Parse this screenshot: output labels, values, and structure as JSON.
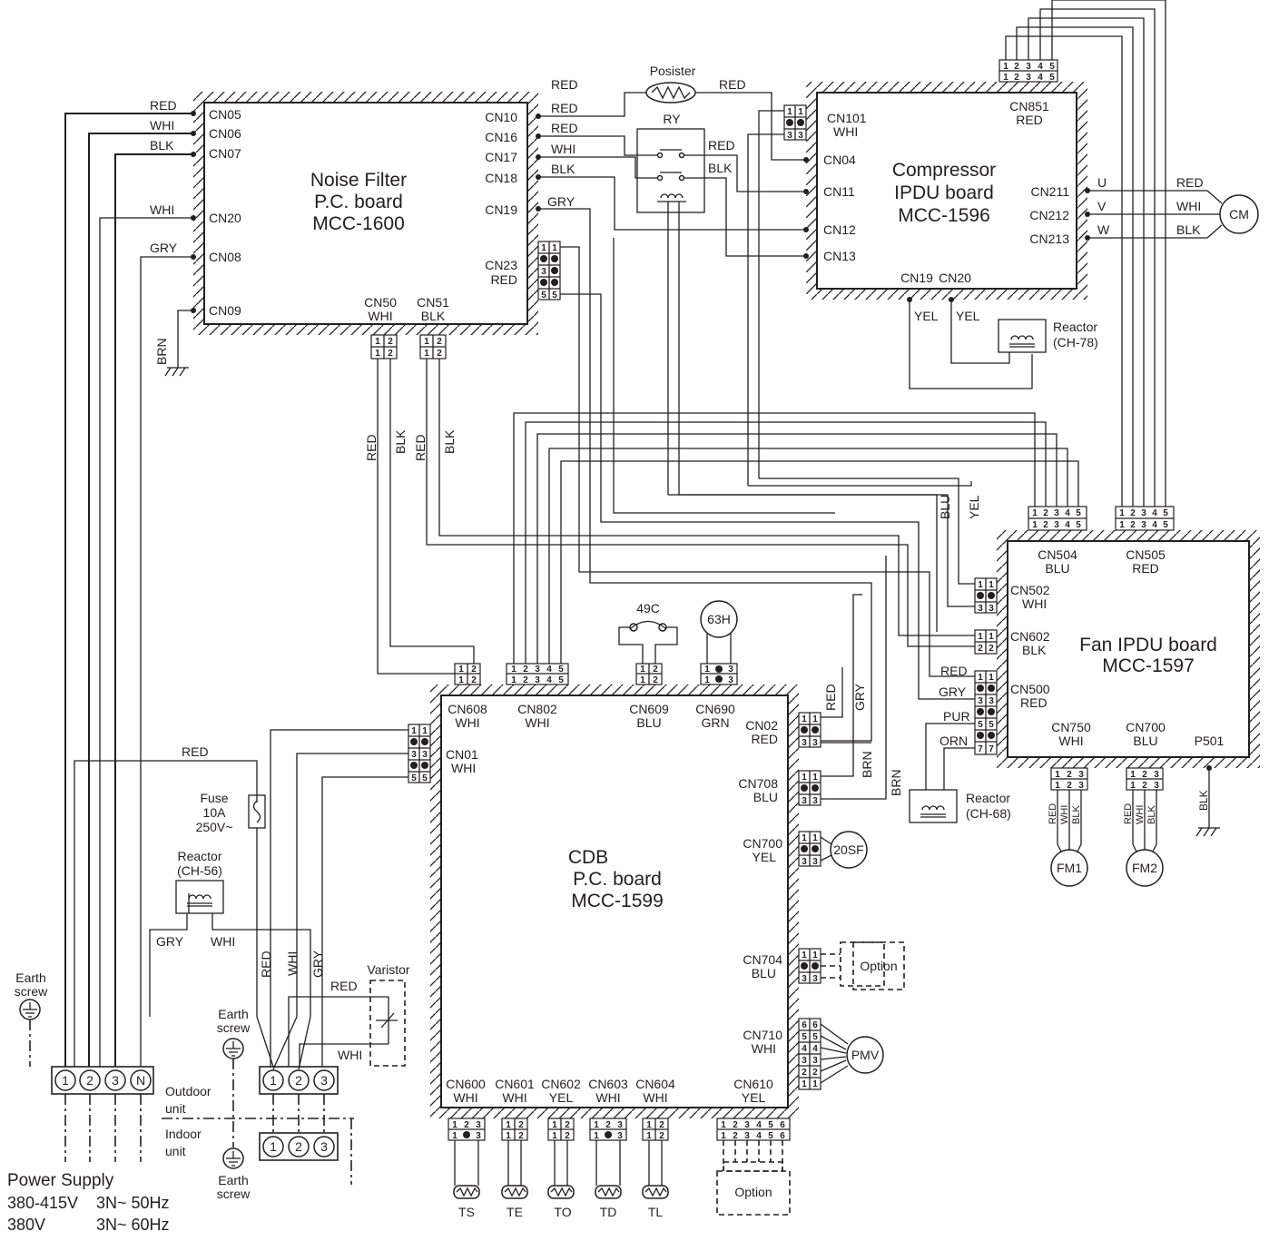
{
  "boards": {
    "noise_filter": {
      "line1": "Noise Filter",
      "line2": "P.C. board",
      "line3": "MCC-1600"
    },
    "compressor": {
      "line1": "Compressor",
      "line2": "IPDU board",
      "line3": "MCC-1596"
    },
    "fan": {
      "line1": "Fan IPDU board",
      "line2": "MCC-1597"
    },
    "cdb": {
      "line1": "CDB",
      "line2": "P.C. board",
      "line3": "MCC-1599"
    }
  },
  "connectors": {
    "cn05": "CN05",
    "cn06": "CN06",
    "cn07": "CN07",
    "cn20": "CN20",
    "cn08": "CN08",
    "cn09": "CN09",
    "cn10": "CN10",
    "cn16": "CN16",
    "cn17": "CN17",
    "cn18": "CN18",
    "cn19": "CN19",
    "cn23": "CN23",
    "cn23_color": "RED",
    "cn50": "CN50",
    "cn50_color": "WHI",
    "cn51": "CN51",
    "cn51_color": "BLK",
    "cn101": "CN101",
    "cn101_color": "WHI",
    "cn04": "CN04",
    "cn11": "CN11",
    "cn12": "CN12",
    "cn13": "CN13",
    "cn851": "CN851",
    "cn851_color": "RED",
    "cn211": "CN211",
    "cn212": "CN212",
    "cn213": "CN213",
    "c_cn19": "CN19",
    "c_cn20": "CN20",
    "cn504": "CN504",
    "cn504_color": "BLU",
    "cn505": "CN505",
    "cn505_color": "RED",
    "cn502": "CN502",
    "cn502_color": "WHI",
    "cn602": "CN602",
    "cn602_color": "BLK",
    "cn500": "CN500",
    "cn500_color": "RED",
    "cn750": "CN750",
    "cn750_color": "WHI",
    "cn700f": "CN700",
    "cn700f_color": "BLU",
    "p501": "P501",
    "cn608": "CN608",
    "cn608_color": "WHI",
    "cn802": "CN802",
    "cn802_color": "WHI",
    "cn609": "CN609",
    "cn609_color": "BLU",
    "cn690": "CN690",
    "cn690_color": "GRN",
    "cn01": "CN01",
    "cn01_color": "WHI",
    "cn02": "CN02",
    "cn02_color": "RED",
    "cn708": "CN708",
    "cn708_color": "BLU",
    "cn700": "CN700",
    "cn700_color": "YEL",
    "cn704": "CN704",
    "cn704_color": "BLU",
    "cn710": "CN710",
    "cn710_color": "WHI",
    "cn600": "CN600",
    "cn600_color": "WHI",
    "cn601": "CN601",
    "cn601_color": "WHI",
    "cn602c": "CN602",
    "cn602c_color": "YEL",
    "cn603": "CN603",
    "cn603_color": "WHI",
    "cn604": "CN604",
    "cn604_color": "WHI",
    "cn610": "CN610",
    "cn610_color": "YEL"
  },
  "components": {
    "posister": "Posister",
    "ry": "RY",
    "cm": "CM",
    "fm1": "FM1",
    "fm2": "FM2",
    "pmv": "PMV",
    "sf20": "20SF",
    "c49": "49C",
    "h63": "63H",
    "reactor": "Reactor",
    "ch78": "(CH-78)",
    "ch68": "(CH-68)",
    "ch56": "(CH-56)",
    "fuse": "Fuse",
    "fuse_a": "10A",
    "fuse_v": "250V~",
    "varistor": "Varistor",
    "option": "Option",
    "earth": "Earth",
    "screw": "screw",
    "outdoor1": "Outdoor",
    "outdoor2": "unit",
    "indoor1": "Indoor",
    "indoor2": "unit",
    "u": "U",
    "v": "V",
    "w": "W",
    "ts": "TS",
    "te": "TE",
    "to": "TO",
    "td": "TD",
    "tl": "TL"
  },
  "terminals": {
    "t1": "1",
    "t2": "2",
    "t3": "3",
    "tn": "N"
  },
  "wires": {
    "red": "RED",
    "whi": "WHI",
    "blk": "BLK",
    "gry": "GRY",
    "brn": "BRN",
    "yel": "YEL",
    "blu": "BLU",
    "pur": "PUR",
    "orn": "ORN"
  },
  "power": {
    "title": "Power Supply",
    "line1_v": "380-415V",
    "line1_f": "3N~ 50Hz",
    "line2_v": "380V",
    "line2_f": "3N~ 60Hz"
  }
}
